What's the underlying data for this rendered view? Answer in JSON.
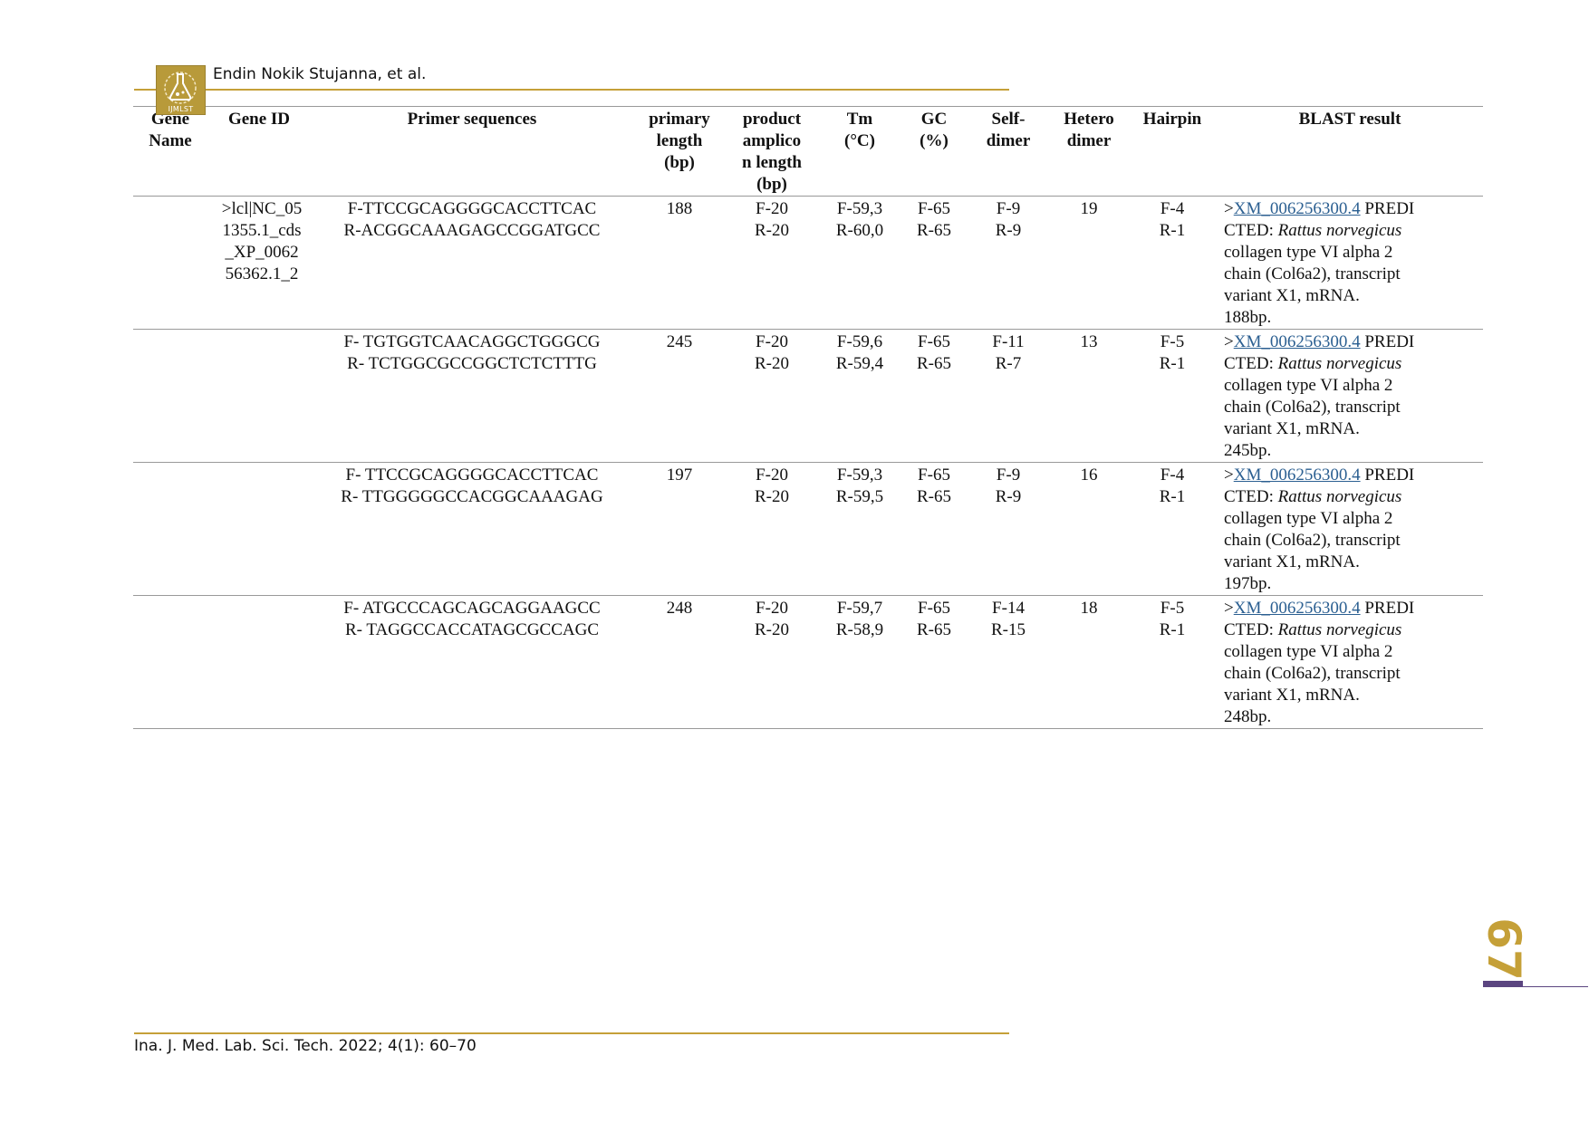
{
  "header": {
    "logo_text": "IJMLST",
    "author": "Endin Nokik Stujanna, et al."
  },
  "footer": {
    "journal": "Ina. J. Med. Lab. Sci. Tech. 2022; 4(1): 60–70",
    "page_number": "67"
  },
  "table": {
    "headers": {
      "gene_name": [
        "Gene",
        "Name"
      ],
      "gene_id": "Gene ID",
      "primer_sequences": "Primer sequences",
      "primary_length": [
        "primary",
        "length",
        "(bp)"
      ],
      "product_length": [
        "product",
        "amplico",
        "n length",
        "(bp)"
      ],
      "tm": [
        "Tm",
        "(°C)"
      ],
      "gc": [
        "GC",
        "(%)"
      ],
      "self_dimer": [
        "Self-",
        "dimer"
      ],
      "hetero_dimer": [
        "Hetero",
        "dimer"
      ],
      "hairpin": "Hairpin",
      "blast": "BLAST result"
    },
    "rows": [
      {
        "gene_name": "",
        "gene_id": [
          ">lcl|NC_05",
          "1355.1_cds",
          "_XP_0062",
          "56362.1_2"
        ],
        "primer_f": "F-TTCCGCAGGGGCACCTTCAC",
        "primer_r": "R-ACGGCAAAGAGCCGGATGCC",
        "primary_length": "188",
        "product_f": "F-20",
        "product_r": "R-20",
        "tm_f": "F-59,3",
        "tm_r": "R-60,0",
        "gc_f": "F-65",
        "gc_r": "R-65",
        "self_f": "F-9",
        "self_r": "R-9",
        "hetero": "19",
        "hairpin_f": "F-4",
        "hairpin_r": "R-1",
        "blast_prefix": ">",
        "blast_acc": "XM_006256300.4",
        "blast_a": " PREDI",
        "blast_b": "CTED: ",
        "blast_species": "Rattus norvegicus",
        "blast_c": "collagen type VI alpha 2",
        "blast_d": "chain (Col6a2), transcript",
        "blast_e": "variant X1, mRNA.",
        "blast_len": "188bp."
      },
      {
        "gene_name": "",
        "gene_id": [
          "",
          "",
          "",
          ""
        ],
        "primer_f": "F- TGTGGTCAACAGGCTGGGCG",
        "primer_r": "R- TCTGGCGCCGGCTCTCTTTG",
        "primary_length": "245",
        "product_f": "F-20",
        "product_r": "R-20",
        "tm_f": "F-59,6",
        "tm_r": "R-59,4",
        "gc_f": "F-65",
        "gc_r": "R-65",
        "self_f": "F-11",
        "self_r": "R-7",
        "hetero": "13",
        "hairpin_f": "F-5",
        "hairpin_r": "R-1",
        "blast_prefix": ">",
        "blast_acc": "XM_006256300.4",
        "blast_a": " PREDI",
        "blast_b": "CTED: ",
        "blast_species": "Rattus norvegicus",
        "blast_c": "collagen type VI alpha 2",
        "blast_d": "chain (Col6a2), transcript",
        "blast_e": "variant X1, mRNA.",
        "blast_len": "245bp."
      },
      {
        "gene_name": "",
        "gene_id": [
          "",
          "",
          "",
          ""
        ],
        "primer_f": "F- TTCCGCAGGGGCACCTTCAC",
        "primer_r": "R- TTGGGGGCCACGGCAAAGAG",
        "primary_length": "197",
        "product_f": "F-20",
        "product_r": "R-20",
        "tm_f": "F-59,3",
        "tm_r": "R-59,5",
        "gc_f": "F-65",
        "gc_r": "R-65",
        "self_f": "F-9",
        "self_r": "R-9",
        "hetero": "16",
        "hairpin_f": "F-4",
        "hairpin_r": "R-1",
        "blast_prefix": ">",
        "blast_acc": "XM_006256300.4",
        "blast_a": " PREDI",
        "blast_b": "CTED: ",
        "blast_species": "Rattus norvegicus",
        "blast_c": "collagen type VI alpha 2",
        "blast_d": "chain (Col6a2), transcript",
        "blast_e": "variant X1, mRNA.",
        "blast_len": "197bp."
      },
      {
        "gene_name": "",
        "gene_id": [
          "",
          "",
          "",
          ""
        ],
        "primer_f": "F- ATGCCCAGCAGCAGGAAGCC",
        "primer_r": "R- TAGGCCACCATAGCGCCAGC",
        "primary_length": "248",
        "product_f": "F-20",
        "product_r": "R-20",
        "tm_f": "F-59,7",
        "tm_r": "R-58,9",
        "gc_f": "F-65",
        "gc_r": "R-65",
        "self_f": "F-14",
        "self_r": "R-15",
        "hetero": "18",
        "hairpin_f": "F-5",
        "hairpin_r": "R-1",
        "blast_prefix": ">",
        "blast_acc": "XM_006256300.4",
        "blast_a": " PREDI",
        "blast_b": "CTED: ",
        "blast_species": "Rattus norvegicus",
        "blast_c": "collagen type VI alpha 2",
        "blast_d": "chain (Col6a2), transcript",
        "blast_e": "variant X1, mRNA.",
        "blast_len": "248bp."
      }
    ]
  },
  "colors": {
    "gold": "#c5a038",
    "purple": "#5b4580",
    "link": "#2b5f91",
    "rule": "#999999"
  }
}
